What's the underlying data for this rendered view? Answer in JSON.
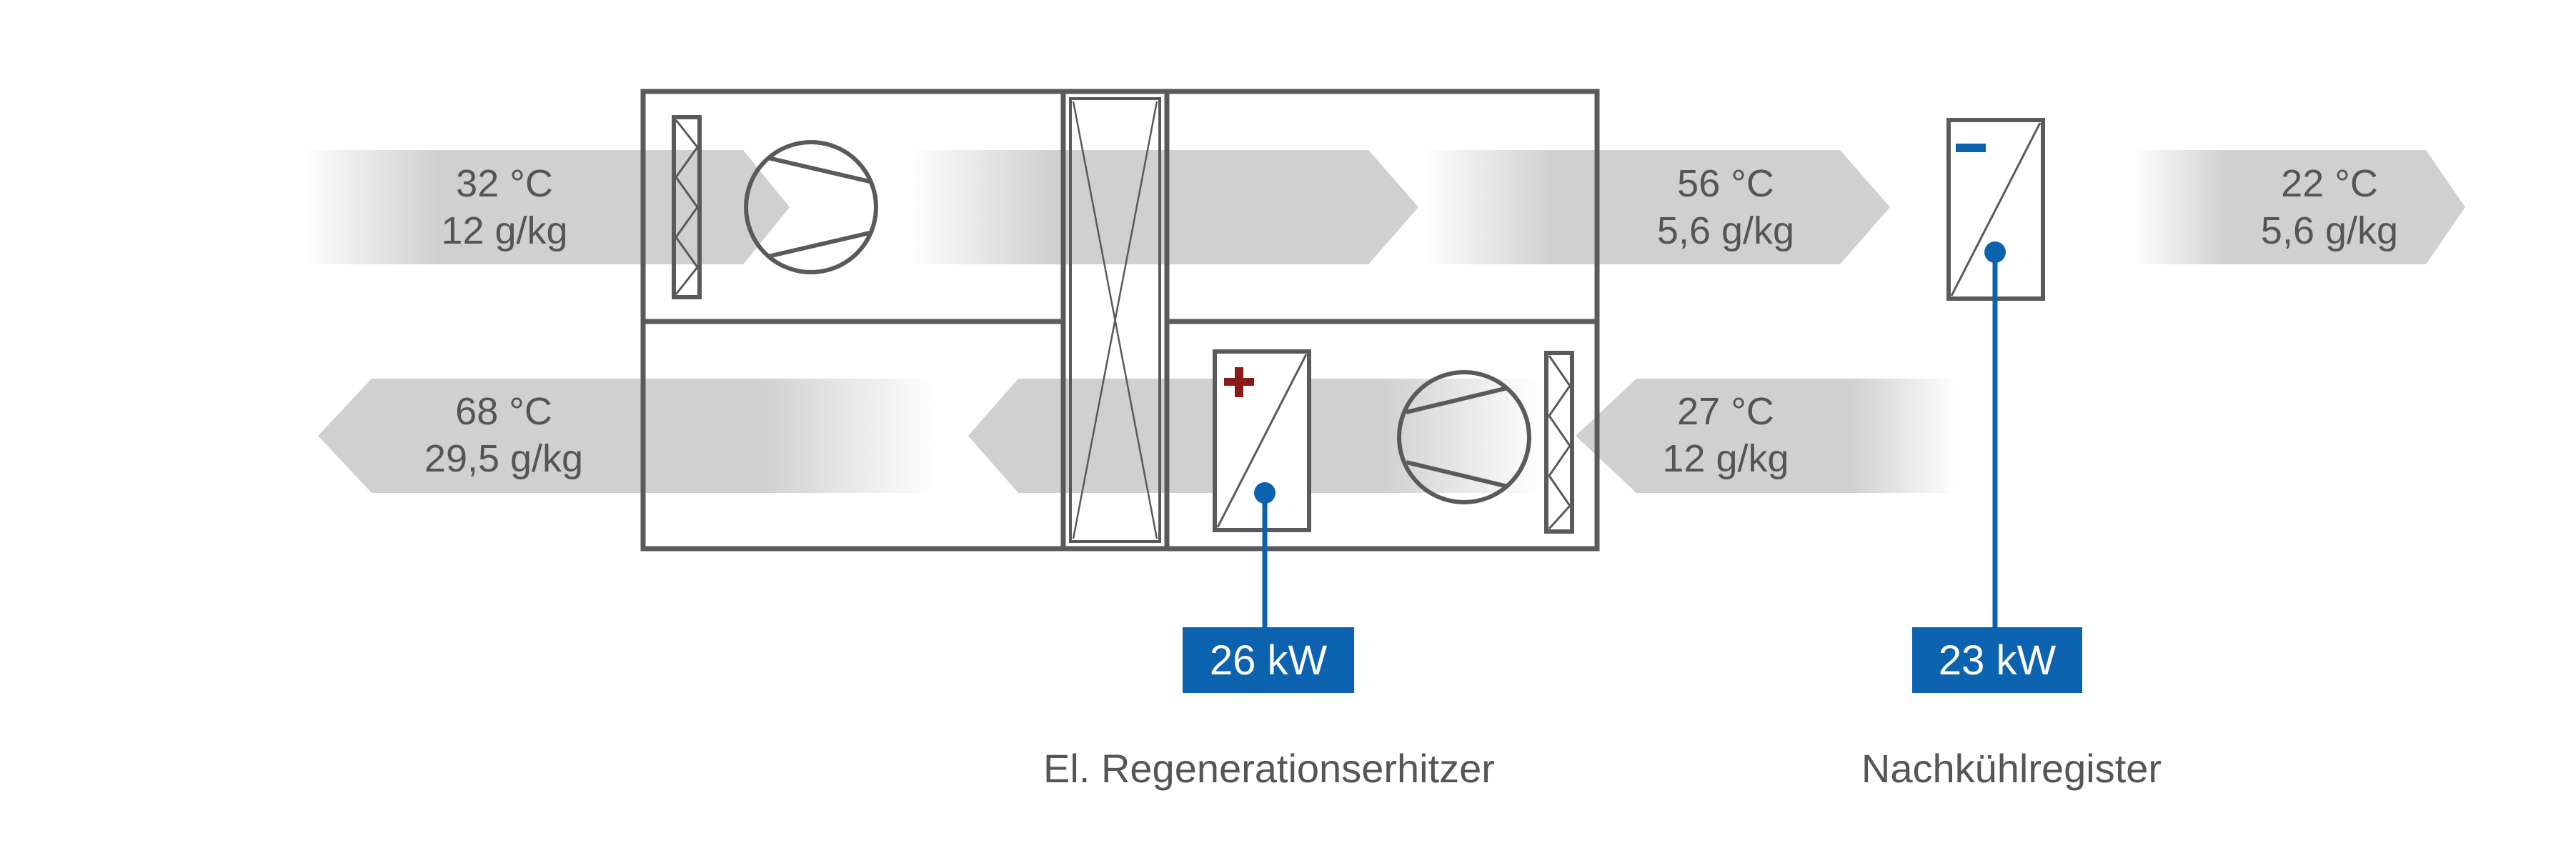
{
  "flows": {
    "outside_air": {
      "temperature": "32 °C",
      "humidity": "12 g/kg"
    },
    "after_wheel": {
      "temperature": "56 °C",
      "humidity": "5,6 g/kg"
    },
    "supply_air": {
      "temperature": "22 °C",
      "humidity": "5,6 g/kg"
    },
    "exhaust_air": {
      "temperature": "68 °C",
      "humidity": "29,5 g/kg"
    },
    "return_air": {
      "temperature": "27 °C",
      "humidity": "12 g/kg"
    }
  },
  "heater": {
    "power": "26 kW",
    "caption": "El. Regenerationserhitzer",
    "symbol_color": "#8b1a1a"
  },
  "cooler": {
    "power": "23 kW",
    "caption": "Nachkühlregister",
    "symbol_color": "#0b63b0"
  },
  "colors": {
    "accent_blue": "#0b63b0",
    "outline_gray": "#5a5a5a",
    "arrow_gray": "#cfcfcf"
  }
}
